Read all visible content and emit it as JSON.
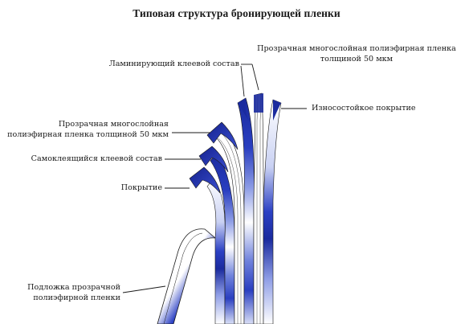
{
  "title": "Типовая структура бронирующей пленки",
  "labels": {
    "top_film_line1": "Прозрачная многослойная полиэфирная пленка",
    "top_film_line2": "толщиной 50 мкм",
    "laminating_adhesive": "Ламинирующий клеевой состав",
    "wear_resistant_coating": "Износостойкое покрытие",
    "mid_film_line1": "Прозрачная многослойная",
    "mid_film_line2": "полиэфирная пленка толщиной 50 мкм",
    "self_adhesive": "Самоклеящийся клеевой состав",
    "coating": "Покрытие",
    "substrate_line1": "Подложка прозрачной",
    "substrate_line2": "полиэфирной пленки"
  },
  "colors": {
    "layer_blue": "#1a2a9e",
    "layer_light": "#e8ecfb",
    "leader_line": "#1a1a1a"
  }
}
